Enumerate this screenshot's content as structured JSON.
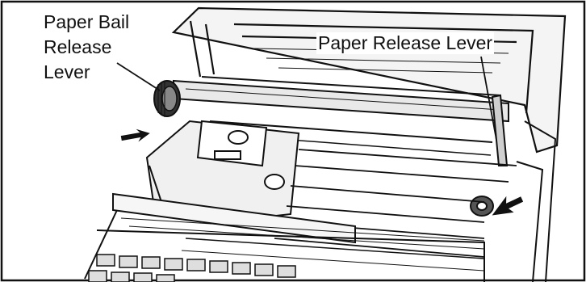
{
  "labels": {
    "paper_bail_release_lever": [
      "Paper Bail",
      "Release",
      "Lever"
    ],
    "paper_release_lever": "Paper Release Lever"
  },
  "colors": {
    "line": "#111111",
    "background": "#ffffff",
    "shade": "#dcdcdc"
  },
  "icons": [
    "knob-icon",
    "arrow-down-left-icon",
    "arrow-down-right-icon",
    "ribbon-cassette-icon",
    "keyboard-icon"
  ]
}
